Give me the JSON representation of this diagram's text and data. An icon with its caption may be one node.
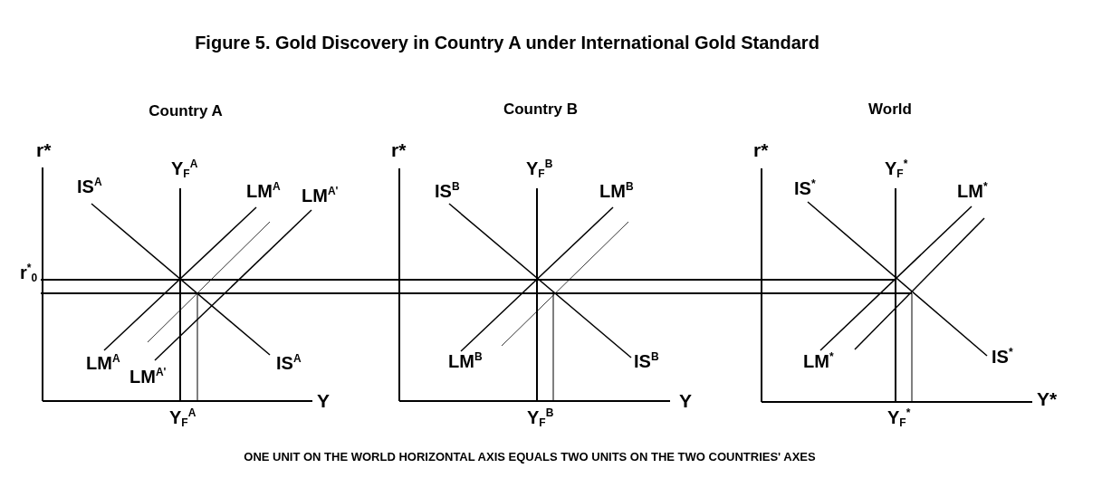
{
  "diagram": {
    "title": "Figure 5.  Gold Discovery in Country A under International Gold Standard",
    "caption": "ONE UNIT ON THE WORLD HORIZONTAL AXIS EQUALS TWO UNITS ON THE TWO COUNTRIES' AXES",
    "labels": [
      "Country A",
      "Country B",
      "World",
      "r*",
      "Y$_{F}$$^{A}$",
      "IS$^{A}$",
      "LM$^{A}$",
      "LM$^{A'}$",
      "r$^{*}$$_{0}$",
      "LM$^{A}$",
      "LM$^{A'}$",
      "IS$^{A}$",
      "Y",
      "Y$_{F}$$^{A}$",
      "r*",
      "Y$_{F}$$^{B}$",
      "IS$^{B}$",
      "LM$^{B}$",
      "LM$^{B}$",
      "IS$^{B}$",
      "Y",
      "Y$_{F}$$^{B}$",
      "r*",
      "Y$_{F}$$^{*}$",
      "IS$^{*}$",
      "LM$^{*}$",
      "LM$^{*}$",
      "IS$^{*}$",
      "Y*",
      "Y$_{F}$$^{*}$"
    ]
  }
}
